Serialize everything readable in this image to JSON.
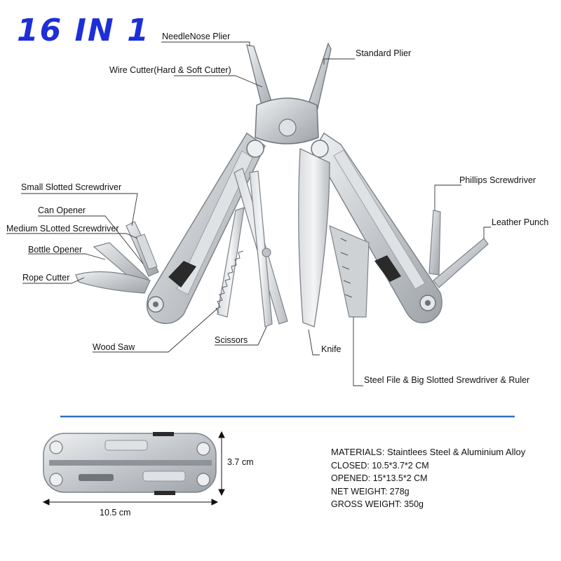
{
  "headline": "16 IN 1",
  "callouts": {
    "needlenose_plier": "NeedleNose Plier",
    "standard_plier": "Standard Plier",
    "wire_cutter": "Wire Cutter(Hard & Soft Cutter)",
    "small_slotted_screwdriver": "Small Slotted Screwdriver",
    "can_opener": "Can Opener",
    "medium_slotted_screwdriver": "Medium SLotted Screwdriver",
    "bottle_opener": "Bottle Opener",
    "rope_cutter": "Rope Cutter",
    "phillips_screwdriver": "Phillips Screwdriver",
    "leather_punch": "Leather Punch",
    "wood_saw": "Wood Saw",
    "scissors": "Scissors",
    "knife": "Knife",
    "steel_file": "Steel File & Big Slotted Srewdriver & Ruler"
  },
  "dimensions": {
    "height": "3.7 cm",
    "width": "10.5 cm"
  },
  "specs": [
    "MATERIALS: Staintlees Steel & Aluminium Alloy",
    "CLOSED:  10.5*3.7*2 CM",
    "OPENED: 15*13.5*2 CM",
    "NET WEIGHT: 278g",
    "GROSS WEIGHT: 350g"
  ],
  "colors": {
    "headline": "#1d2fd8",
    "divider": "#2d72b8",
    "steel": "#c9ccd0",
    "steel_dark": "#8e9399",
    "handle_black": "#2a2a2a"
  }
}
